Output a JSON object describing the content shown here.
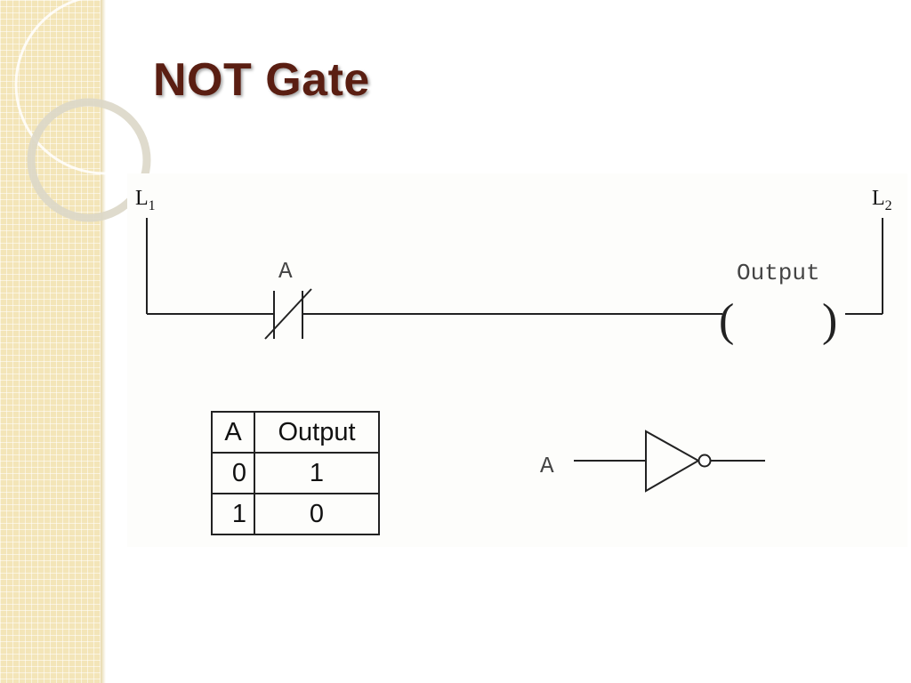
{
  "slide": {
    "title": "NOT Gate"
  },
  "ladder": {
    "left_rail_label": "L",
    "left_rail_sub": "1",
    "right_rail_label": "L",
    "right_rail_sub": "2",
    "contact_label": "A",
    "coil_label": "Output",
    "contact_type": "normally-closed",
    "coil_open": "(",
    "coil_close": ")"
  },
  "truth_table": {
    "headers": [
      "A",
      "Output"
    ],
    "rows": [
      [
        "0",
        "1"
      ],
      [
        "1",
        "0"
      ]
    ]
  },
  "gate_symbol": {
    "input_label": "A",
    "type": "NOT"
  },
  "colors": {
    "title": "#5a1e12",
    "sidebar": "#f3e5b8"
  }
}
